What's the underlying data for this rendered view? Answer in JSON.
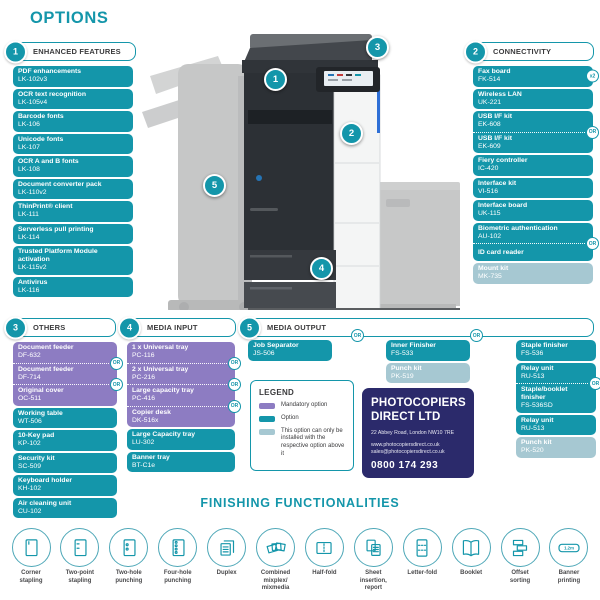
{
  "page_title": "OPTIONS",
  "colors": {
    "accent_teal": "#1496aa",
    "mandatory_purple": "#8d7cc2",
    "dependent_light_teal": "#a6c8d2",
    "brand_navy": "#2b2a6b"
  },
  "sections": {
    "enhanced": {
      "num": "1",
      "title": "ENHANCED FEATURES",
      "items": [
        {
          "name": "PDF enhancements",
          "code": "LK-102v3",
          "type": "option"
        },
        {
          "name": "OCR text recognition",
          "code": "LK-105v4",
          "type": "option"
        },
        {
          "name": "Barcode fonts",
          "code": "LK-106",
          "type": "option"
        },
        {
          "name": "Unicode fonts",
          "code": "LK-107",
          "type": "option"
        },
        {
          "name": "OCR A and B fonts",
          "code": "LK-108",
          "type": "option"
        },
        {
          "name": "Document converter pack",
          "code": "LK-110v2",
          "type": "option"
        },
        {
          "name": "ThinPrint® client",
          "code": "LK-111",
          "type": "option"
        },
        {
          "name": "Serverless pull printing",
          "code": "LK-114",
          "type": "option"
        },
        {
          "name": "Trusted Platform Module activation",
          "code": "LK-115v2",
          "type": "option"
        },
        {
          "name": "Antivirus",
          "code": "LK-116",
          "type": "option"
        }
      ]
    },
    "connectivity": {
      "num": "2",
      "title": "CONNECTIVITY",
      "items": [
        {
          "name": "Fax board",
          "code": "FK-514",
          "type": "option",
          "badge": "x2"
        },
        {
          "name": "Wireless LAN",
          "code": "UK-221",
          "type": "option"
        },
        {
          "name": "USB I/F kit",
          "code": "EK-608",
          "type": "option",
          "or_next": true
        },
        {
          "name": "USB I/F kit",
          "code": "EK-609",
          "type": "option"
        },
        {
          "name": "Fiery controller",
          "code": "IC-420",
          "type": "option"
        },
        {
          "name": "Interface kit",
          "code": "VI-516",
          "type": "option"
        },
        {
          "name": "Interface board",
          "code": "UK-115",
          "type": "option"
        },
        {
          "name": "Biometric authentication",
          "code": "AU-102",
          "type": "option",
          "or_next": true
        },
        {
          "name": "ID card reader",
          "code": "",
          "type": "option"
        },
        {
          "name": "Mount kit",
          "code": "MK-735",
          "type": "dependent"
        }
      ]
    },
    "others": {
      "num": "3",
      "title": "OTHERS",
      "items": [
        {
          "name": "Document feeder",
          "code": "DF-632",
          "type": "mandatory",
          "or_next": true
        },
        {
          "name": "Document feeder",
          "code": "DF-714",
          "type": "mandatory",
          "or_next": true
        },
        {
          "name": "Original cover",
          "code": "OC-511",
          "type": "mandatory"
        },
        {
          "name": "Working table",
          "code": "WT-506",
          "type": "option"
        },
        {
          "name": "10-Key pad",
          "code": "KP-102",
          "type": "option"
        },
        {
          "name": "Security kit",
          "code": "SC-509",
          "type": "option"
        },
        {
          "name": "Keyboard holder",
          "code": "KH-102",
          "type": "option"
        },
        {
          "name": "Air cleaning unit",
          "code": "CU-102",
          "type": "option"
        }
      ]
    },
    "media_input": {
      "num": "4",
      "title": "MEDIA INPUT",
      "items": [
        {
          "name": "1 x Universal tray",
          "code": "PC-116",
          "type": "mandatory",
          "or_next": true
        },
        {
          "name": "2 x Universal tray",
          "code": "PC-216",
          "type": "mandatory",
          "or_next": true
        },
        {
          "name": "Large capacity tray",
          "code": "PC-416",
          "type": "mandatory",
          "or_next": true
        },
        {
          "name": "Copier desk",
          "code": "DK-516x",
          "type": "mandatory"
        },
        {
          "name": "Large Capacity tray",
          "code": "LU-302",
          "type": "option"
        },
        {
          "name": "Banner tray",
          "code": "BT-C1e",
          "type": "option"
        }
      ]
    },
    "media_output": {
      "num": "5",
      "title": "MEDIA OUTPUT",
      "connector_badges": [
        "OR",
        "OR"
      ],
      "col1": [
        {
          "name": "Job Separator",
          "code": "JS-506",
          "type": "option"
        }
      ],
      "col2": [
        {
          "name": "Inner Finisher",
          "code": "FS-533",
          "type": "option"
        },
        {
          "name": "Punch kit",
          "code": "PK-519",
          "type": "dependent"
        }
      ],
      "col3": [
        {
          "name": "Staple finisher",
          "code": "FS-536",
          "type": "option"
        },
        {
          "name": "Relay unit",
          "code": "RU-513",
          "type": "option",
          "or_next": true
        },
        {
          "name": "Staple/booklet finisher",
          "code": "FS-536SD",
          "type": "option"
        },
        {
          "name": "Relay unit",
          "code": "RU-513",
          "type": "option"
        },
        {
          "name": "Punch kit",
          "code": "PK-520",
          "type": "dependent"
        }
      ]
    }
  },
  "legend": {
    "title": "LEGEND",
    "entries": [
      {
        "swatch": "mandatory",
        "label": "Mandatory option"
      },
      {
        "swatch": "option",
        "label": "Option"
      },
      {
        "swatch": "dependent",
        "label": "This option can only be installed with the respective option above it"
      }
    ]
  },
  "company": {
    "line1": "PHOTOCOPIERS",
    "line2": "DIRECT LTD",
    "address": "22 Abbey Road, London NW10 7RE",
    "website": "www.photocopiersdirect.co.uk",
    "email": "sales@photocopiersdirect.co.uk",
    "phone": "0800 174 293"
  },
  "printer": {
    "callouts": [
      "1",
      "2",
      "3",
      "4",
      "5"
    ]
  },
  "finishing": {
    "title": "FINISHING FUNCTIONALITIES",
    "items": [
      {
        "icon": "corner-stapling",
        "label": "Corner\nstapling"
      },
      {
        "icon": "two-point-stapling",
        "label": "Two-point\nstapling"
      },
      {
        "icon": "two-hole-punching",
        "label": "Two-hole\npunching"
      },
      {
        "icon": "four-hole-punching",
        "label": "Four-hole\npunching"
      },
      {
        "icon": "duplex",
        "label": "Duplex"
      },
      {
        "icon": "combined-mixplex-mixmedia",
        "label": "Combined\nmixplex/\nmixmedia"
      },
      {
        "icon": "half-fold",
        "label": "Half-fold"
      },
      {
        "icon": "sheet-insertion-report",
        "label": "Sheet\ninsertion,\nreport"
      },
      {
        "icon": "letter-fold",
        "label": "Letter-fold"
      },
      {
        "icon": "booklet",
        "label": "Booklet"
      },
      {
        "icon": "offset-sorting",
        "label": "Offset\nsorting"
      },
      {
        "icon": "banner-printing",
        "label": "Banner\nprinting",
        "icon_text": "1.2m"
      }
    ]
  }
}
